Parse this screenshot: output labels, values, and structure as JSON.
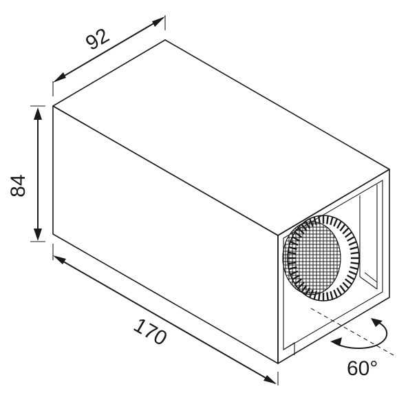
{
  "diagram": {
    "dimensions": {
      "width": "92",
      "height": "84",
      "length": "170",
      "rotation": "60°"
    }
  }
}
